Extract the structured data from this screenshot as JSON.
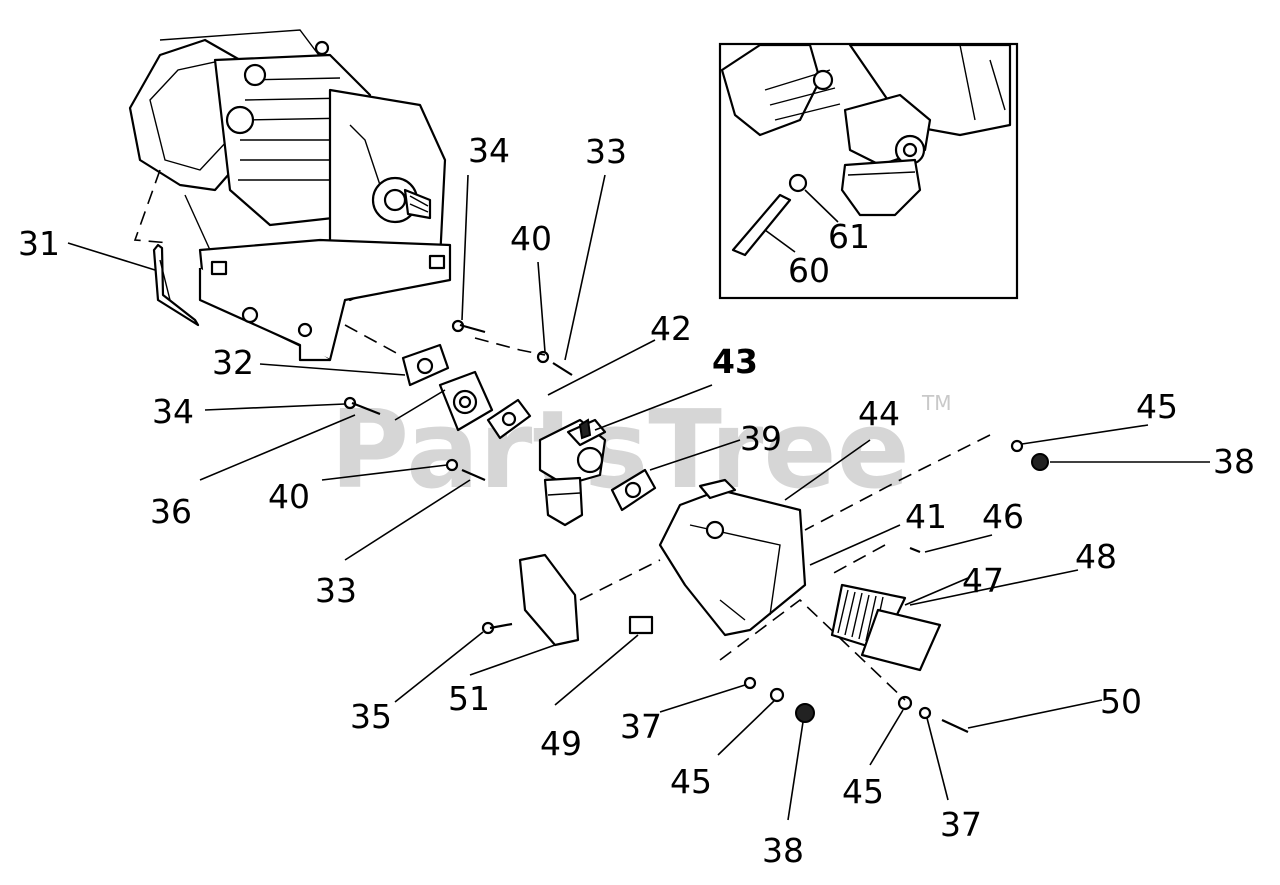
{
  "watermark": {
    "text": "PartsTree",
    "trademark": "TM"
  },
  "callouts": [
    {
      "id": "c31",
      "label": "31"
    },
    {
      "id": "c32",
      "label": "32"
    },
    {
      "id": "c34a",
      "label": "34"
    },
    {
      "id": "c34b",
      "label": "34"
    },
    {
      "id": "c33a",
      "label": "33"
    },
    {
      "id": "c40a",
      "label": "40"
    },
    {
      "id": "c42",
      "label": "42"
    },
    {
      "id": "c43",
      "label": "43"
    },
    {
      "id": "c36",
      "label": "36"
    },
    {
      "id": "c40b",
      "label": "40"
    },
    {
      "id": "c33b",
      "label": "33"
    },
    {
      "id": "c39",
      "label": "39"
    },
    {
      "id": "c44",
      "label": "44"
    },
    {
      "id": "c45a",
      "label": "45"
    },
    {
      "id": "c38a",
      "label": "38"
    },
    {
      "id": "c41",
      "label": "41"
    },
    {
      "id": "c46",
      "label": "46"
    },
    {
      "id": "c48",
      "label": "48"
    },
    {
      "id": "c47",
      "label": "47"
    },
    {
      "id": "c35",
      "label": "35"
    },
    {
      "id": "c51",
      "label": "51"
    },
    {
      "id": "c49",
      "label": "49"
    },
    {
      "id": "c37a",
      "label": "37"
    },
    {
      "id": "c45b",
      "label": "45"
    },
    {
      "id": "c38b",
      "label": "38"
    },
    {
      "id": "c45c",
      "label": "45"
    },
    {
      "id": "c37b",
      "label": "37"
    },
    {
      "id": "c50",
      "label": "50"
    },
    {
      "id": "c61",
      "label": "61"
    },
    {
      "id": "c60",
      "label": "60"
    }
  ],
  "colors": {
    "line": "#000000",
    "background": "#ffffff",
    "watermark": "#c9c9c9"
  }
}
